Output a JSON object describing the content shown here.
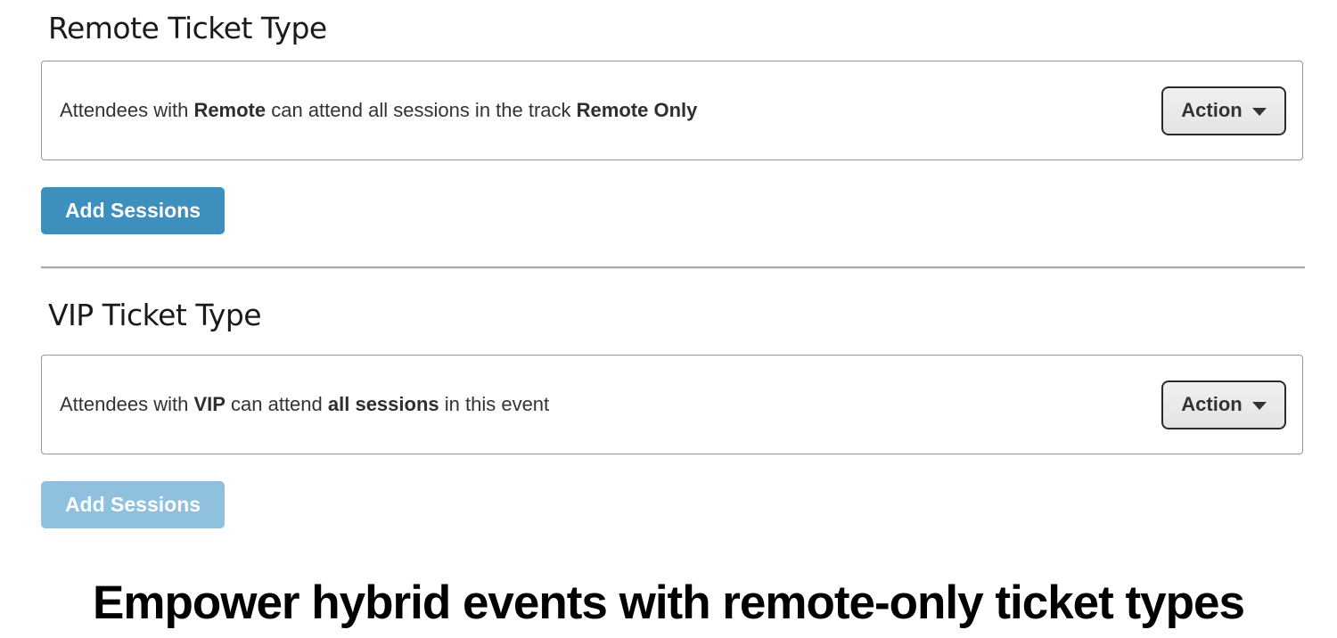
{
  "sections": [
    {
      "heading": "Remote Ticket Type",
      "panel": {
        "text": {
          "prefix": "Attendees with ",
          "bold1": "Remote",
          "middle": " can attend all sessions in the track ",
          "bold2": "Remote Only",
          "suffix": ""
        },
        "action_label": "Action"
      },
      "add_button": {
        "label": "Add Sessions",
        "state": "enabled",
        "background": "#3d8fbe"
      }
    },
    {
      "heading": "VIP Ticket Type",
      "panel": {
        "text": {
          "prefix": "Attendees with ",
          "bold1": "VIP",
          "middle": " can attend ",
          "bold2": "all sessions",
          "suffix": " in this event"
        },
        "action_label": "Action"
      },
      "add_button": {
        "label": "Add Sessions",
        "state": "disabled",
        "background": "#8fc0dd"
      }
    }
  ],
  "footer": {
    "headline": "Empower hybrid events with remote-only ticket types"
  },
  "colors": {
    "add_button_enabled": "#3d8fbe",
    "add_button_disabled": "#8fc0dd",
    "action_button_border": "#2b2b2b",
    "action_button_bg": "#e8e8e8",
    "panel_border": "#979797",
    "heading_text": "#1a1a1a",
    "body_text": "#333333",
    "headline_text": "#000000"
  },
  "icons": {
    "caret_down": "caret-down-icon"
  }
}
